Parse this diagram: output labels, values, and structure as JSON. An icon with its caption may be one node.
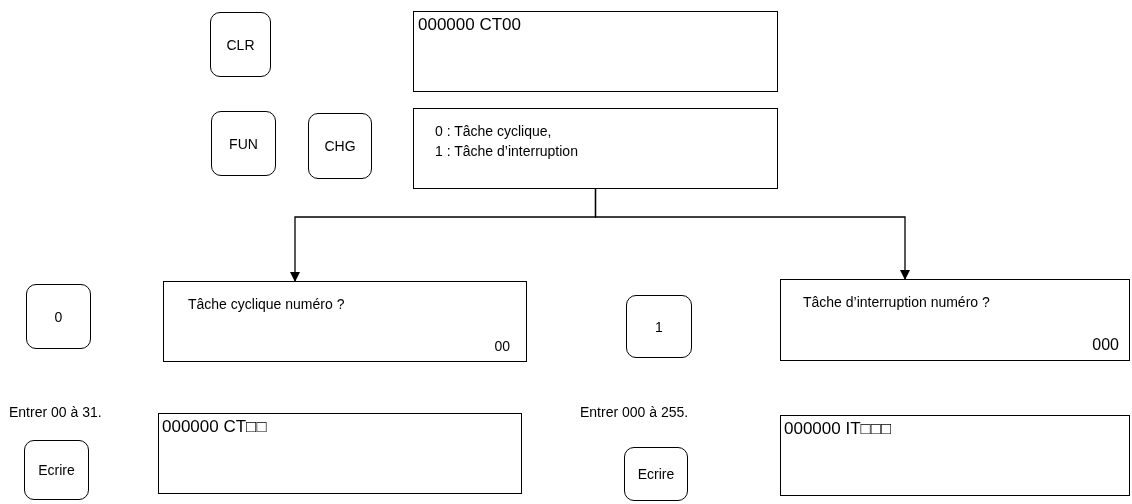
{
  "diagram": {
    "nodes": [
      {
        "text": [
          "CLR"
        ]
      },
      {
        "text": [
          "000000 CT00"
        ]
      },
      {
        "text": [
          "FUN"
        ]
      },
      {
        "text": [
          "CHG"
        ]
      },
      {
        "text": [
          "0 : Tâche cyclique,",
          "1 : Tâche d’interruption"
        ]
      },
      {
        "text": [
          "0"
        ]
      },
      {
        "text": [
          "Tâche cyclique numéro ?",
          "00"
        ]
      },
      {
        "text": [
          "1"
        ]
      },
      {
        "text": [
          "Tâche d’interruption numéro ?",
          "000"
        ]
      },
      {
        "text": [
          "Ecrire"
        ]
      },
      {
        "text": [
          "000000 CT□□"
        ]
      },
      {
        "text": [
          "Ecrire"
        ]
      },
      {
        "text": [
          "000000 IT□□□"
        ]
      }
    ],
    "edges": [
      {
        "from": 4,
        "to": 6,
        "arrow": "to"
      },
      {
        "from": 4,
        "to": 8,
        "arrow": "to"
      }
    ],
    "labels": [
      "Entrer 00 à 31.",
      "Entrer 000 à 255."
    ]
  }
}
